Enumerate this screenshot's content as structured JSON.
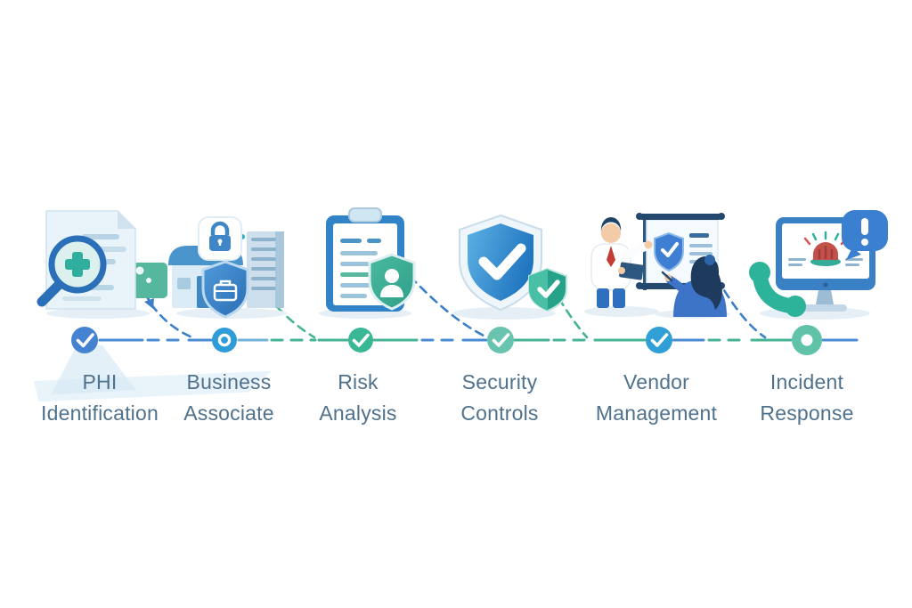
{
  "palette": {
    "background": "#ffffff",
    "line_blue": "#4a8cd2",
    "line_green": "#45b394",
    "connector_blue": "#3b7fc8",
    "connector_green": "#45b394",
    "label_text": "#4f718c",
    "highlight_stroke": "#d7eaf5",
    "shadow": "#e6eff6"
  },
  "timeline": {
    "steps": [
      {
        "label_line1": "PHI",
        "label_line2": "Identification",
        "icon": "document-magnifier-icon",
        "node": {
          "type": "check",
          "color": "#4583d2"
        }
      },
      {
        "label_line1": "Business",
        "label_line2": "Associate",
        "icon": "storefront-shield-icon",
        "node": {
          "type": "ring",
          "color": "#2d9cd8"
        }
      },
      {
        "label_line1": "Risk",
        "label_line2": "Analysis",
        "icon": "clipboard-shield-icon",
        "node": {
          "type": "check",
          "color": "#3ab795"
        }
      },
      {
        "label_line1": "Security",
        "label_line2": "Controls",
        "icon": "shield-check-icon",
        "node": {
          "type": "check",
          "color": "#68c4ae"
        }
      },
      {
        "label_line1": "Vendor",
        "label_line2": "Management",
        "icon": "presentation-meeting-icon",
        "node": {
          "type": "check",
          "color": "#2f9fd6"
        }
      },
      {
        "label_line1": "Incident",
        "label_line2": "Response",
        "icon": "monitor-alert-phone-icon",
        "node": {
          "type": "donut",
          "color": "#5fc2a9"
        }
      }
    ]
  }
}
